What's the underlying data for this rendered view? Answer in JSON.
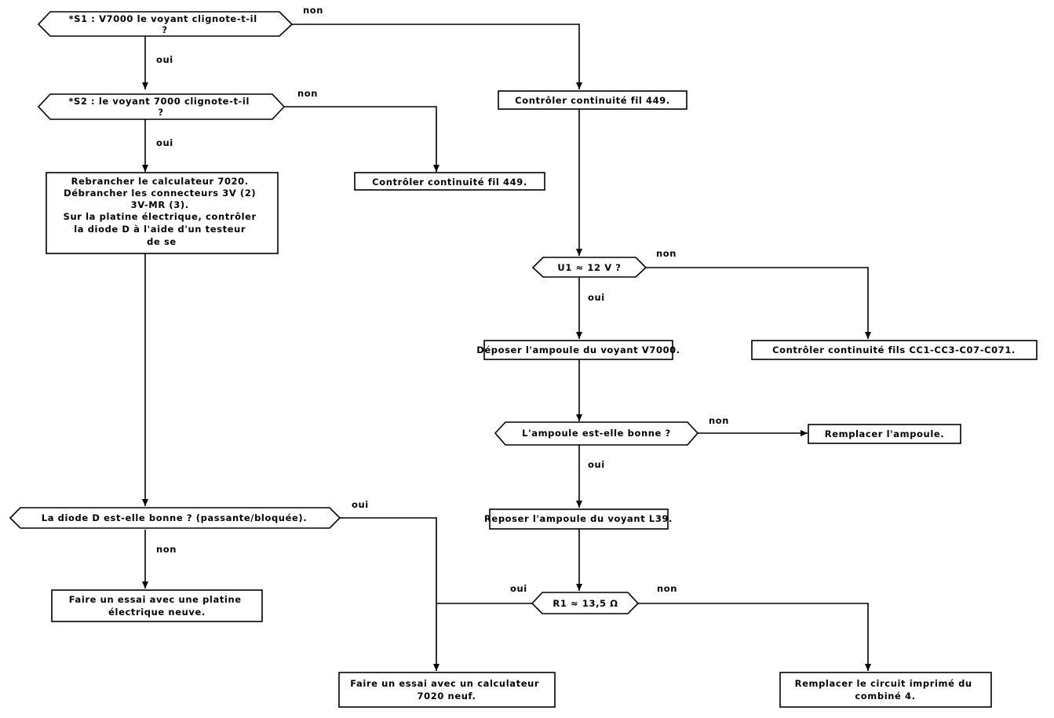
{
  "nodes": {
    "q_s1": {
      "lines": [
        "*S1 : V7000 le voyant clignote-t-il",
        "?"
      ]
    },
    "q_s2": {
      "lines": [
        "*S2 : le voyant 7000 clignote-t-il",
        "?"
      ]
    },
    "box_controler_449_right": {
      "lines": [
        "Contrôler continuité fil 449."
      ]
    },
    "box_controler_449_mid": {
      "lines": [
        "Contrôler continuité fil 449."
      ]
    },
    "box_rebrancher": {
      "lines": [
        "Rebrancher le calculateur 7020.",
        "Débrancher les connecteurs 3V (2)",
        "3V-MR (3).",
        "Sur la platine électrique, contrôler",
        "la diode D à l'aide d'un testeur",
        "de se"
      ]
    },
    "q_u1": {
      "lines": [
        "U1 ≈ 12 V ?"
      ]
    },
    "box_deposer": {
      "lines": [
        "Déposer l'ampoule du voyant V7000."
      ]
    },
    "box_controler_fils": {
      "lines": [
        "Contrôler continuité fils CC1-CC3-C07-C071."
      ]
    },
    "q_ampoule": {
      "lines": [
        "L'ampoule est-elle bonne ?"
      ]
    },
    "box_remplacer_ampoule": {
      "lines": [
        "Remplacer l'ampoule."
      ]
    },
    "box_reposer": {
      "lines": [
        "Reposer l'ampoule du voyant L39."
      ]
    },
    "q_diode": {
      "lines": [
        "La diode D est-elle bonne ? (passante/bloquée)."
      ]
    },
    "q_r1": {
      "lines": [
        "R1 ≈ 13,5 Ω"
      ]
    },
    "box_platine": {
      "lines": [
        "Faire un essai avec une platine",
        "électrique neuve."
      ]
    },
    "box_calculateur": {
      "lines": [
        "Faire un essai avec un calculateur",
        "7020 neuf."
      ]
    },
    "box_circuit": {
      "lines": [
        "Remplacer le circuit imprimé du",
        "combiné 4."
      ]
    }
  },
  "labels": {
    "s1_non": "non",
    "s1_oui": "oui",
    "s2_non": "non",
    "s2_oui": "oui",
    "u1_non": "non",
    "u1_oui": "oui",
    "amp_non": "non",
    "amp_oui": "oui",
    "diode_oui": "oui",
    "diode_non": "non",
    "r1_oui": "oui",
    "r1_non": "non"
  }
}
